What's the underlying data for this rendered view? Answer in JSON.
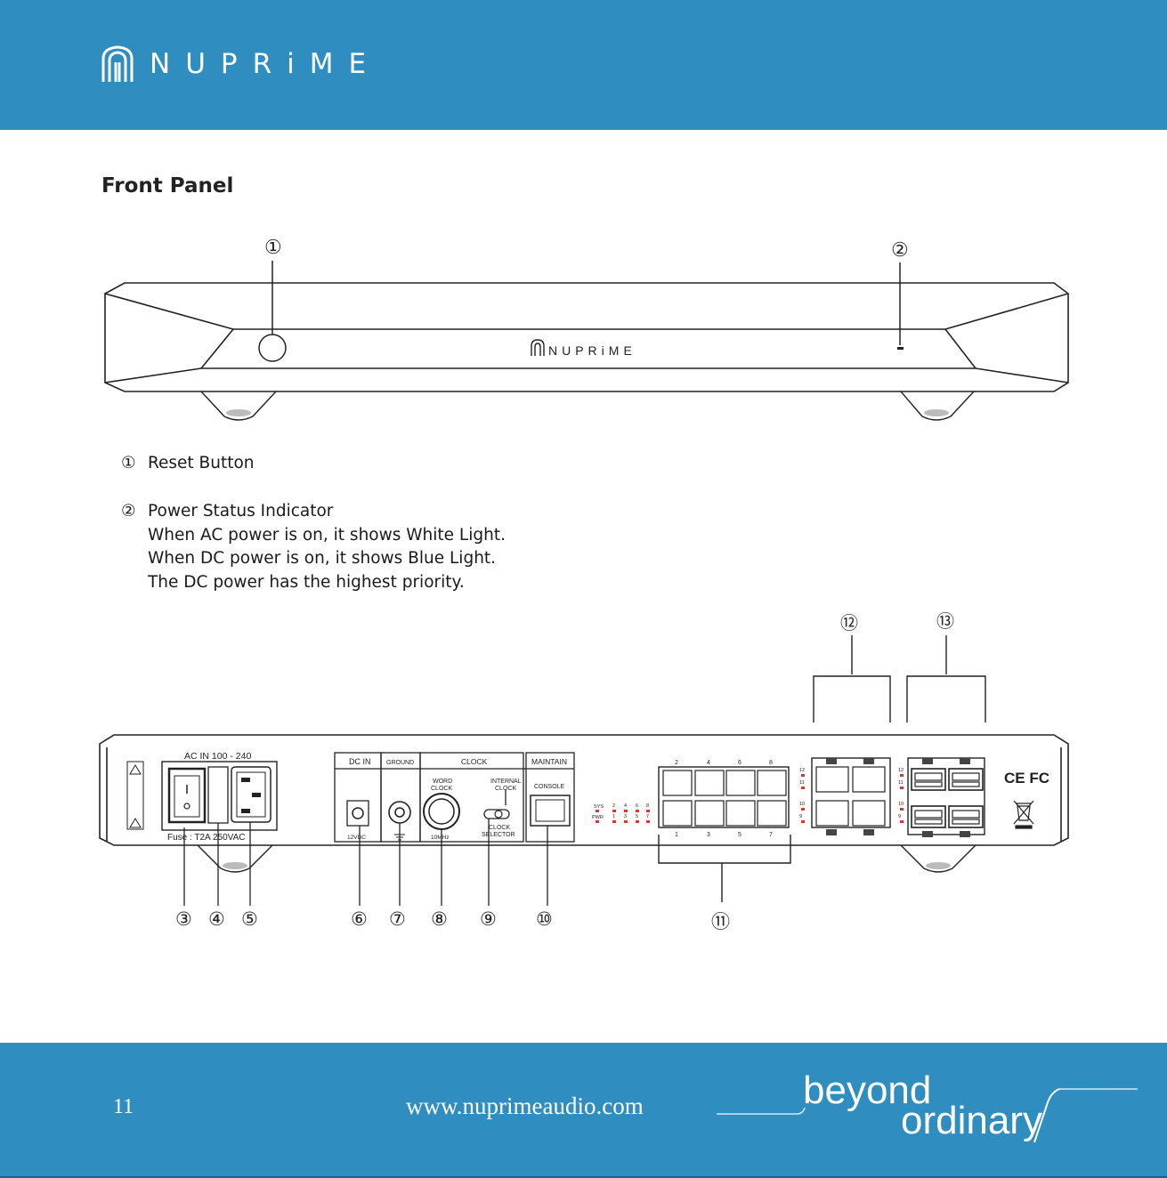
{
  "brand": {
    "name": "NUPRiME"
  },
  "front_panel": {
    "title": "Front Panel",
    "front_callouts": [
      "①",
      "②"
    ],
    "device_logo": "NUPRiME"
  },
  "legend": [
    {
      "num": "①",
      "title": "Reset Button",
      "lines": []
    },
    {
      "num": "②",
      "title": "Power Status Indicator",
      "lines": [
        "When AC power is on, it shows White Light.",
        "When DC power is on, it shows Blue Light.",
        "The DC power has the highest priority."
      ]
    }
  ],
  "rear_panel": {
    "top_callouts": [
      "⑫",
      "⑬"
    ],
    "bottom_callouts": [
      "③",
      "④",
      "⑤",
      "⑥",
      "⑦",
      "⑧",
      "⑨",
      "⑩",
      "⑪"
    ],
    "labels": {
      "ac_in": "AC IN  100 - 240",
      "fuse": "Fuse : T2A 250VAC",
      "dc_in": "DC IN",
      "dc_rating": "12VDC",
      "ground": "GROUND",
      "clock": "CLOCK",
      "word_clock_1": "WORD",
      "word_clock_2": "CLOCK",
      "freq": "10MHz",
      "internal_1": "INTERNAL",
      "internal_2": "CLOCK",
      "selector_1": "CLOCK",
      "selector_2": "SELECTOR",
      "maintain": "MAINTAIN",
      "console": "CONSOLE",
      "sys": "SYS",
      "pwr": "PWR",
      "led_top": [
        "2",
        "4",
        "6",
        "8"
      ],
      "led_bottom": [
        "1",
        "3",
        "5",
        "7"
      ],
      "port_top": [
        "2",
        "4",
        "6",
        "8"
      ],
      "port_bottom": [
        "1",
        "3",
        "5",
        "7"
      ],
      "mid_12": "12",
      "mid_11": "11",
      "mid_10": "10",
      "mid_9": "9",
      "ce_fc": "CE FC"
    }
  },
  "footer": {
    "page_number": "11",
    "website": "www.nuprimeaudio.com",
    "tagline_1": "beyond",
    "tagline_2": "ordinary"
  }
}
